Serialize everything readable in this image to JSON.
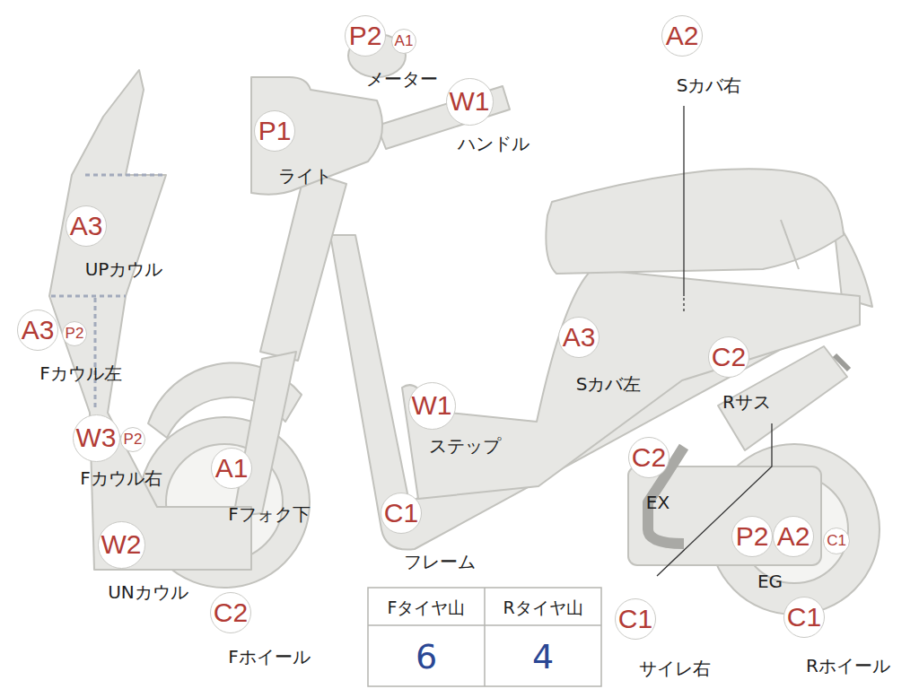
{
  "diagram": {
    "nodes": [
      {
        "text": [
          "P2"
        ]
      },
      {
        "text": [
          "A1"
        ]
      },
      {
        "text": [
          "A2"
        ]
      },
      {
        "text": [
          "W1"
        ]
      },
      {
        "text": [
          "P1"
        ]
      },
      {
        "text": [
          "A3"
        ]
      },
      {
        "text": [
          "A3"
        ]
      },
      {
        "text": [
          "P2"
        ]
      },
      {
        "text": [
          "A3"
        ]
      },
      {
        "text": [
          "C2"
        ]
      },
      {
        "text": [
          "W1"
        ]
      },
      {
        "text": [
          "W3"
        ]
      },
      {
        "text": [
          "P2"
        ]
      },
      {
        "text": [
          "C2"
        ]
      },
      {
        "text": [
          "A1"
        ]
      },
      {
        "text": [
          "C1"
        ]
      },
      {
        "text": [
          "P2"
        ]
      },
      {
        "text": [
          "A2"
        ]
      },
      {
        "text": [
          "C1"
        ]
      },
      {
        "text": [
          "W2"
        ]
      },
      {
        "text": [
          "C2"
        ]
      },
      {
        "text": [
          "C1"
        ]
      },
      {
        "text": [
          "C1"
        ]
      }
    ],
    "labels": [
      "メーター",
      "Sカバ右",
      "ハンドル",
      "ライト",
      "UPカウル",
      "Fカウル左",
      "Sカバ左",
      "Rサス",
      "ステップ",
      "Fカウル右",
      "EX",
      "Fフォク下",
      "フレーム",
      "EG",
      "UNカウル",
      "Fタイヤ山",
      "Rタイヤ山",
      "6",
      "4",
      "Fホイール",
      "サイレ右",
      "Rホイール"
    ]
  }
}
